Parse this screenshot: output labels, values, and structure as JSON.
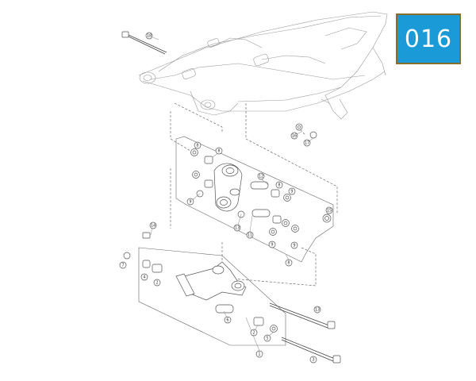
{
  "page_badge": "016",
  "callouts": [
    {
      "id": "c1",
      "label": "1"
    },
    {
      "id": "c2a",
      "label": "2"
    },
    {
      "id": "c2b",
      "label": "2"
    },
    {
      "id": "c3a",
      "label": "3"
    },
    {
      "id": "c3b",
      "label": "3"
    },
    {
      "id": "c4",
      "label": "4"
    },
    {
      "id": "c5",
      "label": "5"
    },
    {
      "id": "c6",
      "label": "6"
    },
    {
      "id": "c7",
      "label": "7"
    },
    {
      "id": "c8a",
      "label": "8"
    },
    {
      "id": "c8b",
      "label": "8"
    },
    {
      "id": "c8c",
      "label": "8"
    },
    {
      "id": "c8d",
      "label": "8"
    },
    {
      "id": "c9a",
      "label": "9"
    },
    {
      "id": "c9b",
      "label": "9"
    },
    {
      "id": "c9c",
      "label": "9"
    },
    {
      "id": "c9d",
      "label": "9"
    },
    {
      "id": "c10",
      "label": "10"
    },
    {
      "id": "c11",
      "label": "11"
    },
    {
      "id": "c12",
      "label": "12"
    },
    {
      "id": "c13",
      "label": "13"
    },
    {
      "id": "c14",
      "label": "14"
    },
    {
      "id": "c15",
      "label": "15"
    },
    {
      "id": "c16",
      "label": "16"
    },
    {
      "id": "c17",
      "label": "17"
    },
    {
      "id": "c18",
      "label": "18"
    }
  ]
}
